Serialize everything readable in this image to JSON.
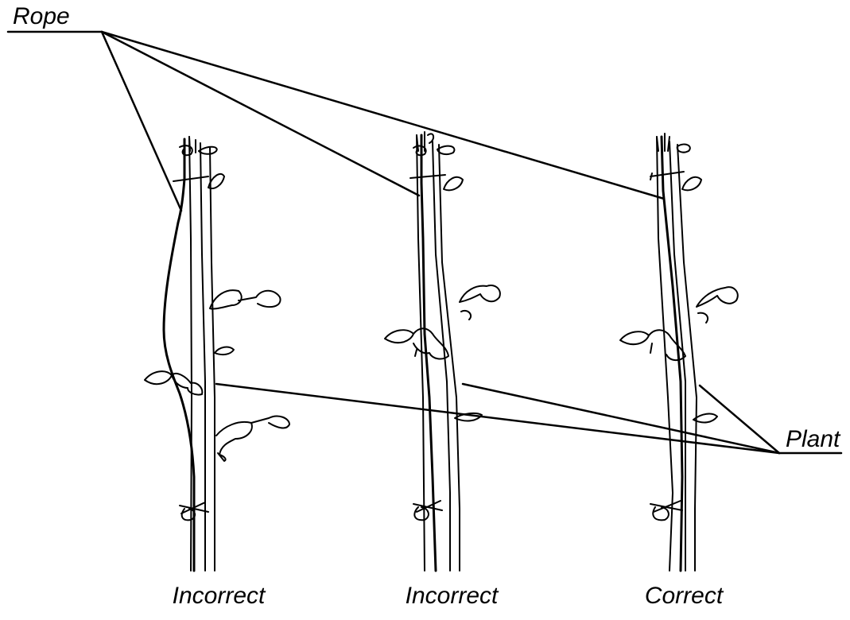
{
  "labels": {
    "rope": "Rope",
    "plant": "Plant"
  },
  "captions": [
    "Incorrect",
    "Incorrect",
    "Correct"
  ]
}
